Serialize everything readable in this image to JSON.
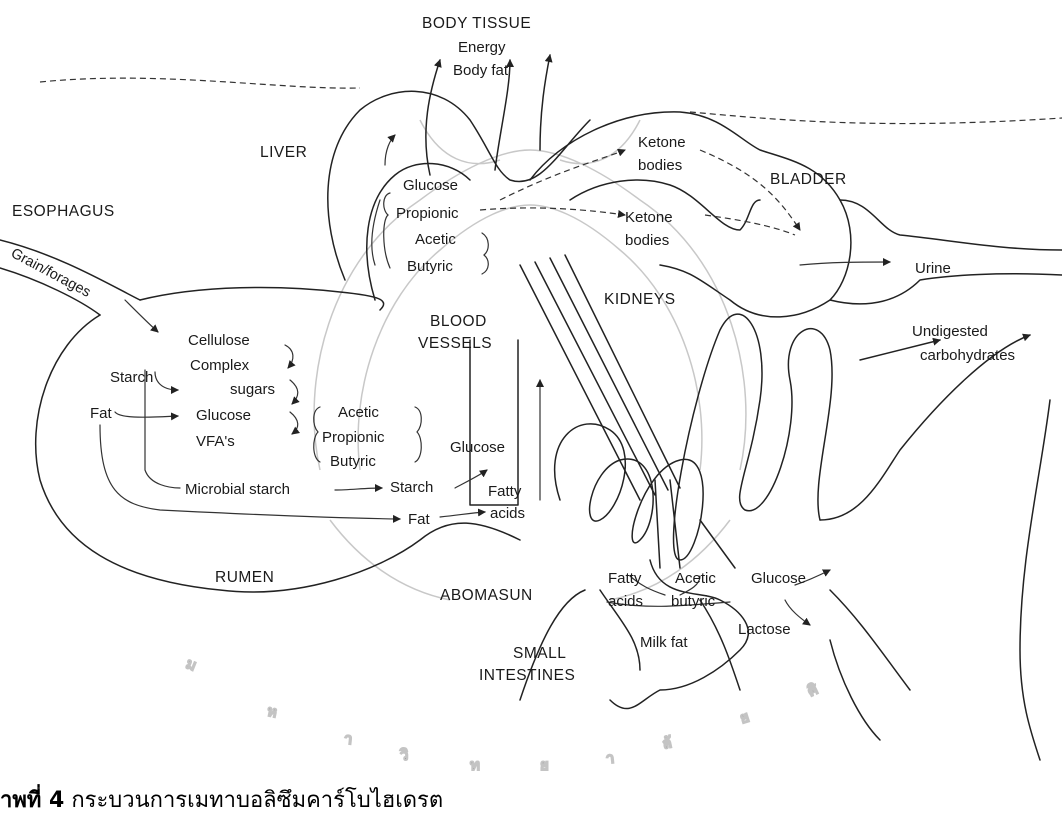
{
  "labels": {
    "body_tissue": "BODY TISSUE",
    "energy": "Energy",
    "body_fat": "Body fat",
    "liver": "LIVER",
    "esophagus": "ESOPHAGUS",
    "grain_forages": "Grain/forages",
    "bladder": "BLADDER",
    "ketone_1": "Ketone",
    "bodies_1": "bodies",
    "ketone_2": "Ketone",
    "bodies_2": "bodies",
    "urine": "Urine",
    "kidneys": "KIDNEYS",
    "liver_glucose": "Glucose",
    "liver_propionic": "Propionic",
    "liver_acetic": "Acetic",
    "liver_butyric": "Butyric",
    "blood": "BLOOD",
    "vessels": "VESSELS",
    "undigested_1": "Undigested",
    "undigested_2": "carbohydrates",
    "cellulose": "Cellulose",
    "complex": "Complex",
    "sugars": "sugars",
    "starch": "Starch",
    "rumen_glucose": "Glucose",
    "fat": "Fat",
    "vfas": "VFA's",
    "acetic": "Acetic",
    "propionic": "Propionic",
    "butyric": "Butyric",
    "blood_glucose": "Glucose",
    "microbial_starch": "Microbial starch",
    "abom_starch": "Starch",
    "fatty_1": "Fatty",
    "acids_1": "acids",
    "abom_fat": "Fat",
    "rumen": "RUMEN",
    "abomasun": "ABOMASUN",
    "fatty_2": "Fatty",
    "acids_2": "acids",
    "milk_acetic": "Acetic",
    "milk_butyric": "butyric",
    "milk_glucose": "Glucose",
    "lactose": "Lactose",
    "milk_fat": "Milk fat",
    "small": "SMALL",
    "intestines": "INTESTINES"
  },
  "caption": {
    "figure_label": "าพที่ 4",
    "text": " กระบวนการเมทาบอลิซึมคาร์โบไฮเดรต"
  }
}
